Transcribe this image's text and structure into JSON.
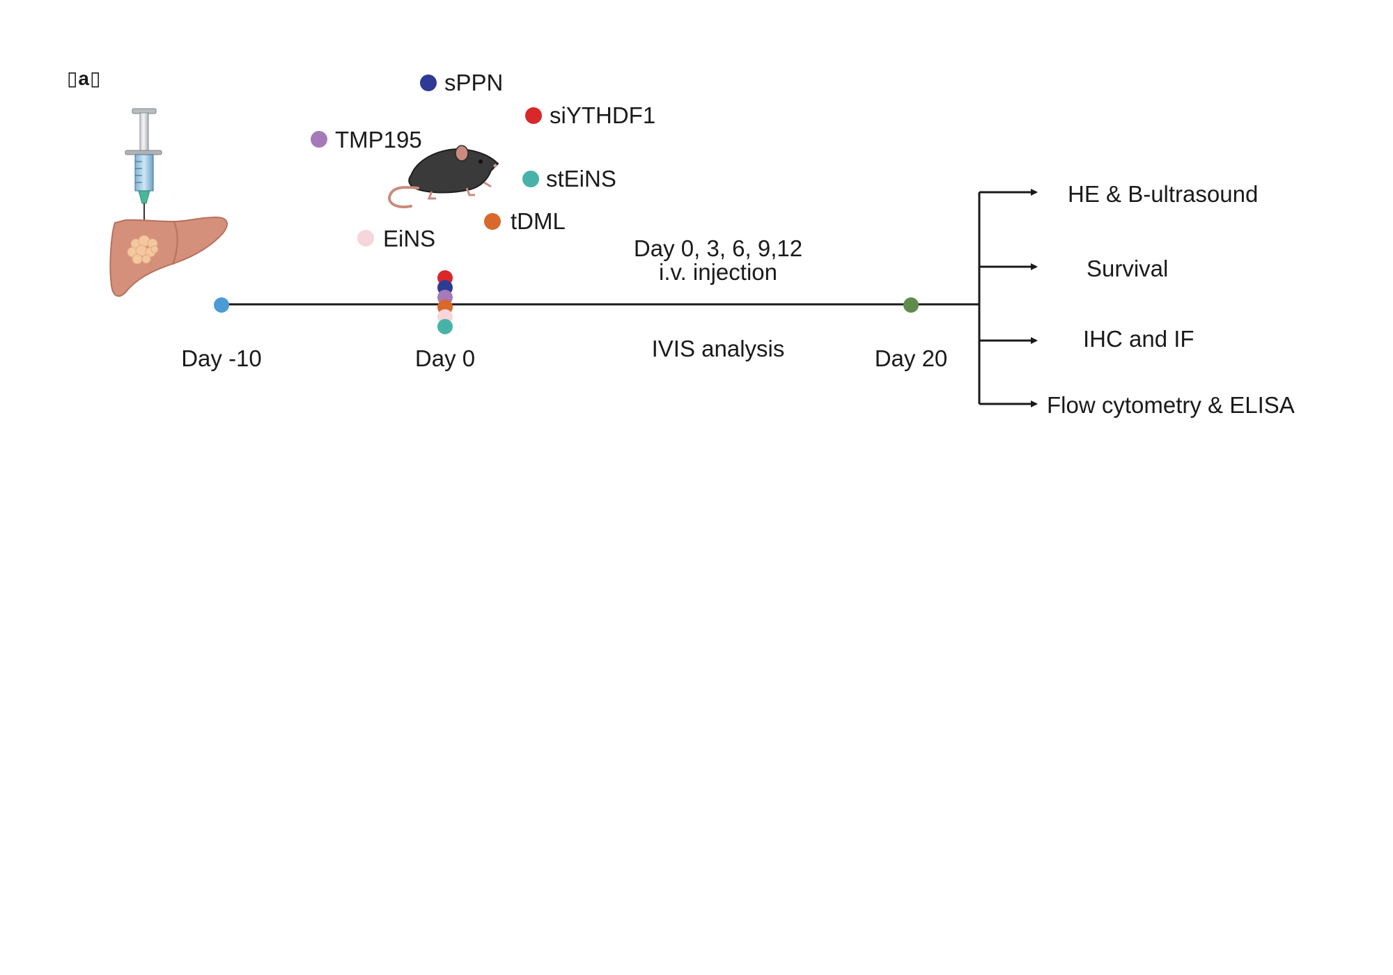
{
  "panel_label": "\u0000a\u0000",
  "panel_label_display": "▯a▯",
  "treatments": [
    {
      "name": "sPPN",
      "color": "#2e3a94"
    },
    {
      "name": "siYTHDF1",
      "color": "#d8282a"
    },
    {
      "name": "TMP195",
      "color": "#a57ab8"
    },
    {
      "name": "stEiNS",
      "color": "#47b3a8"
    },
    {
      "name": "tDML",
      "color": "#d9682b"
    },
    {
      "name": "EiNS",
      "color": "#f6d6da"
    }
  ],
  "timeline": {
    "start_label": "Day -10",
    "start_color": "#4a9bd6",
    "treatment_label": "Day 0",
    "end_label": "Day 20",
    "end_color": "#5f8c4c",
    "injection_line1": "Day 0, 3, 6, 9,12",
    "injection_line2": "i.v. injection",
    "imaging_label": "IVIS analysis"
  },
  "outcomes": [
    "HE & B-ultrasound",
    "Survival",
    "IHC and IF",
    "Flow cytometry &  ELISA"
  ],
  "icons": [
    "syringe-icon",
    "liver-tumor-icon",
    "mouse-icon"
  ]
}
